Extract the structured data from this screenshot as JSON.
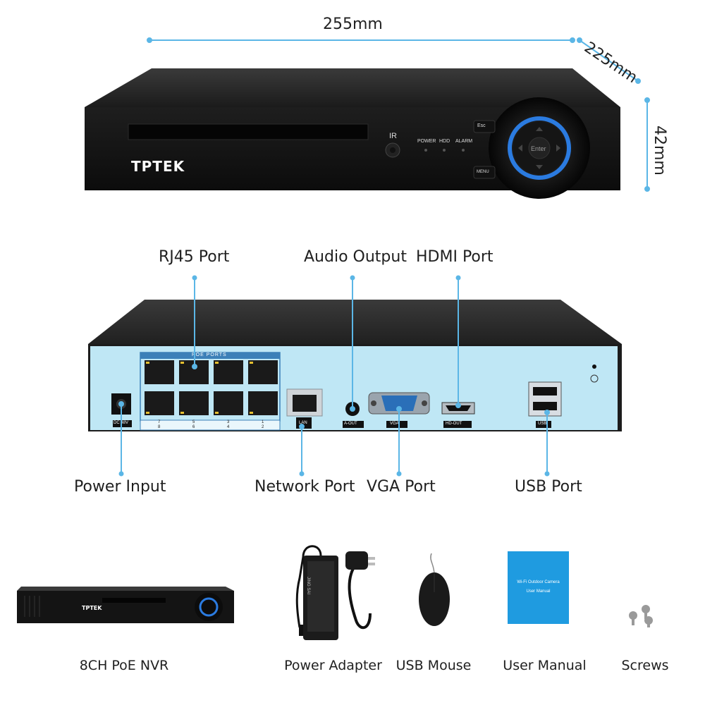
{
  "dimensions": {
    "width": "255mm",
    "depth": "225mm",
    "height": "42mm",
    "dimension_line_color": "#5bb6e6"
  },
  "front_panel": {
    "brand": "TPTEK",
    "ir_label": "IR",
    "indicators": [
      "POWER",
      "HDD",
      "ALARM"
    ],
    "esc_label": "Esc",
    "menu_label": "MENU",
    "enter_label": "Enter",
    "ring_color": "#2b7be0"
  },
  "rear_panel": {
    "poe_header": "POE  PORTS",
    "port_numbers_top": [
      "7",
      "5",
      "3",
      "1"
    ],
    "port_numbers_bottom": [
      "8",
      "6",
      "4",
      "2"
    ],
    "small_labels": {
      "dc": "DC 48V",
      "lan": "LAN",
      "a_out": "A-OUT",
      "vga": "VGA",
      "hd_out": "HD-OUT",
      "usb": "USB"
    },
    "panel_color": "#bfe7f5"
  },
  "callouts": {
    "rj45": "RJ45 Port",
    "audio_output": "Audio Output",
    "hdmi": "HDMI Port",
    "power_input": "Power Input",
    "network": "Network Port",
    "vga": "VGA Port",
    "usb": "USB Port"
  },
  "package_contents": {
    "items": [
      "8CH PoE NVR",
      "Power Adapter",
      "USB Mouse",
      "User Manual",
      "Screws"
    ],
    "adapter_text": "JING SAI",
    "manual_title": "Wi-Fi Outdoor Camera",
    "manual_subtitle": "User Manual",
    "manual_color": "#1f9be0"
  }
}
